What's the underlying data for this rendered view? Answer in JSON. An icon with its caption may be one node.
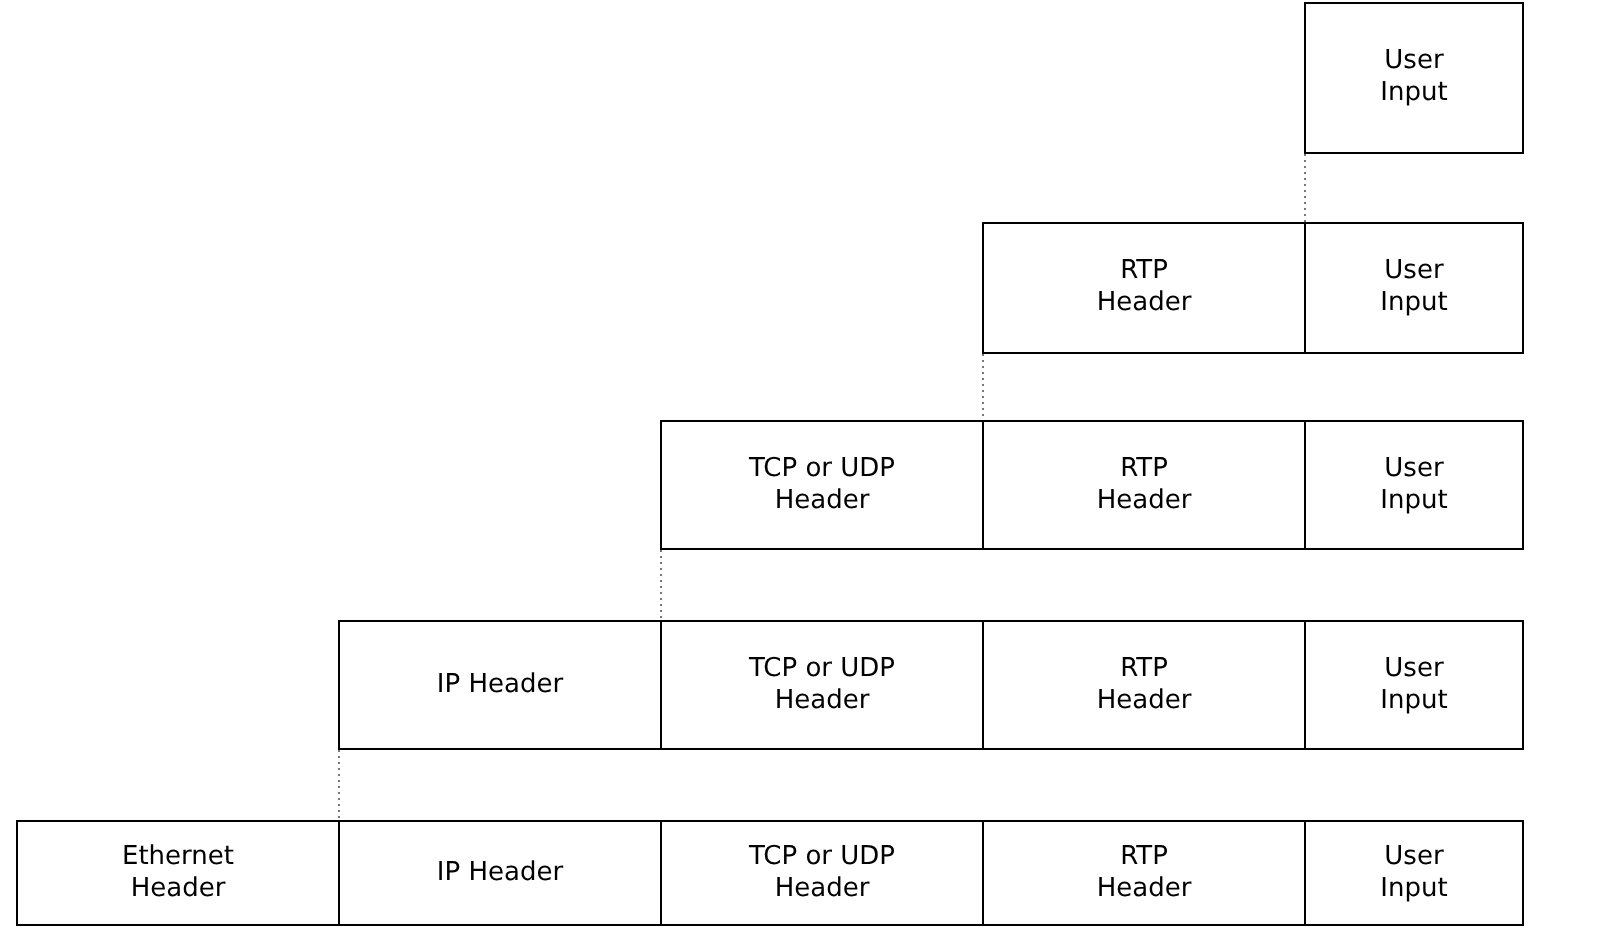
{
  "diagram": {
    "nodes": [
      {
        "text": [
          "User Input"
        ]
      },
      {
        "text": [
          "RTP Header"
        ]
      },
      {
        "text": [
          "User Input"
        ]
      },
      {
        "text": [
          "TCP or UDP Header"
        ]
      },
      {
        "text": [
          "RTP Header"
        ]
      },
      {
        "text": [
          "User Input"
        ]
      },
      {
        "text": [
          "IP Header"
        ]
      },
      {
        "text": [
          "TCP or UDP Header"
        ]
      },
      {
        "text": [
          "RTP Header"
        ]
      },
      {
        "text": [
          "User Input"
        ]
      },
      {
        "text": [
          "Ethernet Header"
        ]
      },
      {
        "text": [
          "IP Header"
        ]
      },
      {
        "text": [
          "TCP or UDP Header"
        ]
      },
      {
        "text": [
          "RTP Header"
        ]
      },
      {
        "text": [
          "User Input"
        ]
      }
    ],
    "edges": [
      {
        "from": 0,
        "to": 2,
        "arrow": "none",
        "style": "dashed"
      },
      {
        "from": 1,
        "to": 4,
        "arrow": "none",
        "style": "dashed"
      },
      {
        "from": 3,
        "to": 7,
        "arrow": "none",
        "style": "dashed"
      },
      {
        "from": 6,
        "to": 11,
        "arrow": "none",
        "style": "dashed"
      }
    ]
  }
}
